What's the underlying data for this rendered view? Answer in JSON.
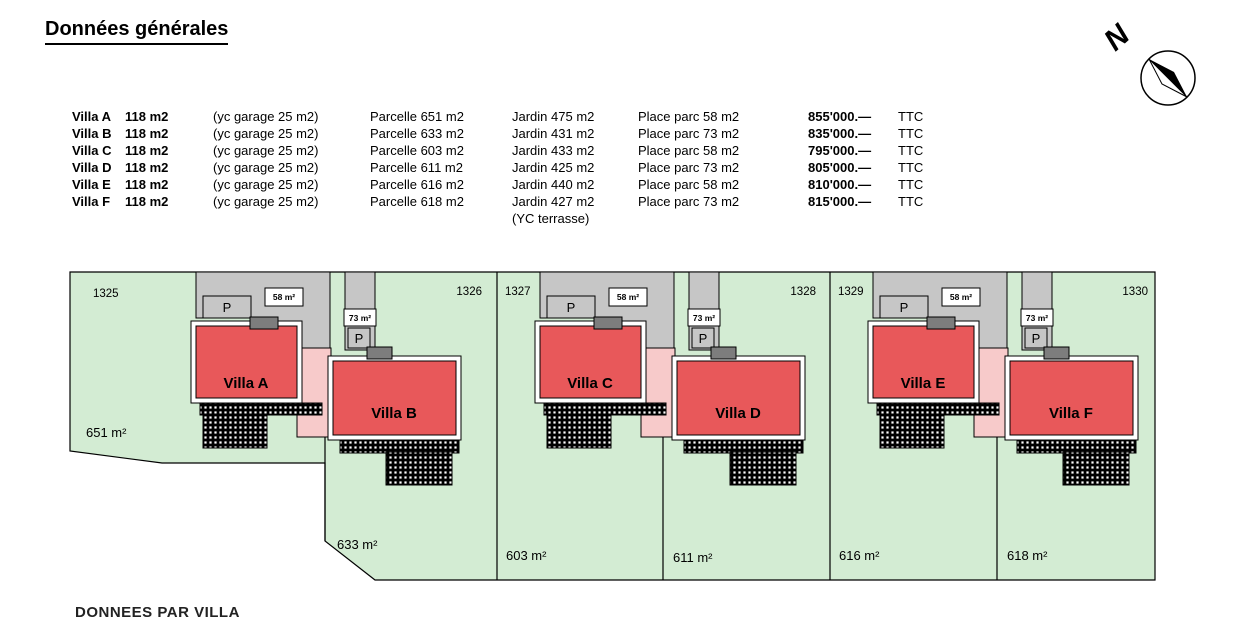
{
  "title": "Données générales",
  "table": {
    "rows": [
      {
        "name": "Villa A",
        "area": "118 m2",
        "garage": "(yc garage  25 m2)",
        "parcelle": "Parcelle 651 m2",
        "jardin": "Jardin 475 m2",
        "place": "Place parc  58 m2",
        "price": "855'000.—",
        "ttc": "TTC"
      },
      {
        "name": "Villa B",
        "area": "118 m2",
        "garage": "(yc garage  25 m2)",
        "parcelle": "Parcelle 633 m2",
        "jardin": "Jardin 431 m2",
        "place": "Place parc  73 m2",
        "price": "835'000.—",
        "ttc": "TTC"
      },
      {
        "name": "Villa C",
        "area": "118 m2",
        "garage": "(yc garage  25 m2)",
        "parcelle": "Parcelle 603 m2",
        "jardin": "Jardin 433 m2",
        "place": "Place parc  58 m2",
        "price": "795'000.—",
        "ttc": "TTC"
      },
      {
        "name": "Villa D",
        "area": "118 m2",
        "garage": "(yc garage  25 m2)",
        "parcelle": "Parcelle 611 m2",
        "jardin": "Jardin 425 m2",
        "place": "Place parc  73 m2",
        "price": "805'000.—",
        "ttc": "TTC"
      },
      {
        "name": "Villa E",
        "area": "118 m2",
        "garage": "(yc garage  25 m2)",
        "parcelle": "Parcelle 616 m2",
        "jardin": "Jardin 440 m2",
        "place": "Place parc  58 m2",
        "price": "810'000.—",
        "ttc": "TTC"
      },
      {
        "name": "Villa F",
        "area": "118 m2",
        "garage": "(yc garage  25 m2)",
        "parcelle": "Parcelle 618 m2",
        "jardin": "Jardin 427 m2",
        "place": "Place parc  73 m2",
        "price": "815'000.—",
        "ttc": "TTC"
      }
    ],
    "terrasse_note": "(YC terrasse)"
  },
  "compass": {
    "north": "N"
  },
  "plan": {
    "parcels": [
      {
        "number": "1325",
        "area": "651 m²"
      },
      {
        "number": "1326",
        "area": "633 m²"
      },
      {
        "number": "1327",
        "area": "603 m²"
      },
      {
        "number": "1328",
        "area": "611 m²"
      },
      {
        "number": "1329",
        "area": "616 m²"
      },
      {
        "number": "1330",
        "area": "618 m²"
      }
    ],
    "pairs": [
      {
        "front_villa": "Villa A",
        "back_villa": "Villa B",
        "front_parking": "58 m²",
        "back_parking": "73 m²",
        "p": "P"
      },
      {
        "front_villa": "Villa C",
        "back_villa": "Villa D",
        "front_parking": "58 m²",
        "back_parking": "73 m²",
        "p": "P"
      },
      {
        "front_villa": "Villa E",
        "back_villa": "Villa F",
        "front_parking": "58 m²",
        "back_parking": "73 m²",
        "p": "P"
      }
    ]
  },
  "footer": "DONNEES PAR VILLA",
  "colors": {
    "parcel_green": "#d3ecd3",
    "villa_red": "#e8585a",
    "link_pink": "#f7caca",
    "driveway_gray": "#c6c6c6",
    "step_gray": "#7d7d7d"
  }
}
